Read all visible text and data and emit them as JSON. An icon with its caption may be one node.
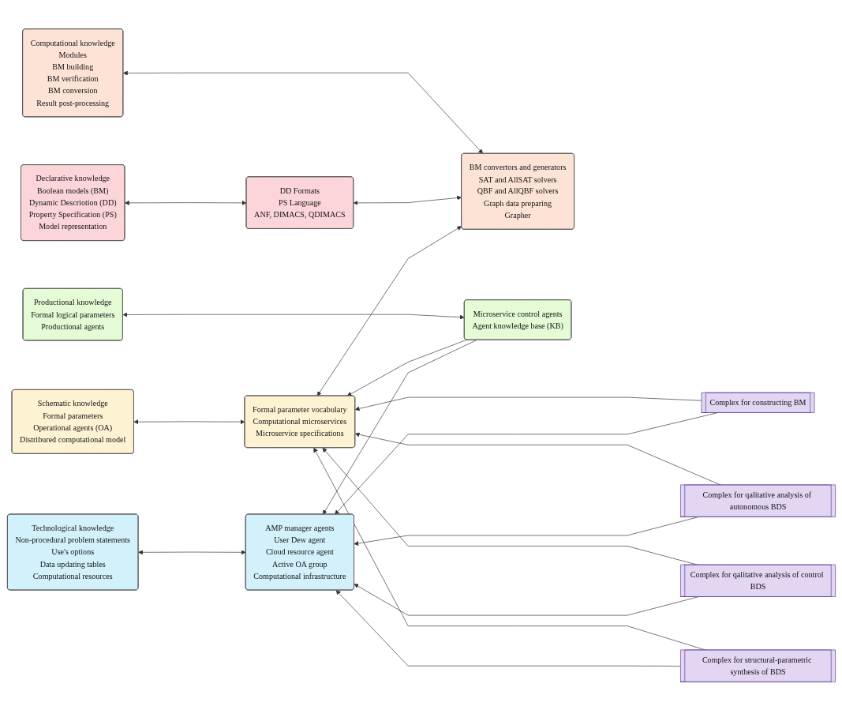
{
  "diagram": {
    "nodes": [
      {
        "text": [
          "Declarative knowledge",
          "Boolean models (BM)",
          "Dynamic Descriotion (DD)",
          "Property Specification (PS)",
          "Model representation"
        ]
      },
      {
        "text": [
          "Computational knowledge",
          "Modules",
          "BM building",
          "BM verification",
          "BM conversion",
          "Result post-processing"
        ]
      },
      {
        "text": [
          "Schematic knowledge",
          "Formal parameters",
          "Operational agents (OA)",
          "Distribured computational model"
        ]
      },
      {
        "text": [
          "Productional knowledge",
          "Formal logical parameters",
          "Productional agents"
        ]
      },
      {
        "text": [
          "Technological knowledge",
          "Non-procedural problem statements",
          "Use's options",
          "Data updating tables",
          "Computational resources"
        ]
      },
      {
        "text": [
          "DD Formats",
          "PS Language",
          "ANF, DIMACS, QDIMACS"
        ]
      },
      {
        "text": [
          "BM convertors and generators",
          "SAT and AllSAT solvers",
          "QBF and AllQBF solvers",
          "Graph data preparing",
          "Grapher"
        ]
      },
      {
        "text": [
          "Formal parameter vocabulary",
          "Computational microservices",
          "Microservice specifications"
        ]
      },
      {
        "text": [
          "Microservice control agents",
          "Agent knowledge base (KB)"
        ]
      },
      {
        "text": [
          "AMP manager agents",
          "User Dew agent",
          "Cloud resource agent",
          "Active OA group",
          "Computational infrastructure"
        ]
      },
      {
        "text": [
          "Complex for constructing BM"
        ]
      },
      {
        "text": [
          "Complex for qalitative analysis of autonomous BDS"
        ]
      },
      {
        "text": [
          "Complex for qalitative analysis of control BDS"
        ]
      },
      {
        "text": [
          "Complex for structural-parametric synthesis of BDS"
        ]
      }
    ],
    "edges": [
      {
        "from": 0,
        "to": 5,
        "arrow": "both"
      },
      {
        "from": 1,
        "to": 6,
        "arrow": "both"
      },
      {
        "from": 2,
        "to": 7,
        "arrow": "both"
      },
      {
        "from": 3,
        "to": 8,
        "arrow": "both"
      },
      {
        "from": 4,
        "to": 9,
        "arrow": "both"
      },
      {
        "from": 5,
        "to": 6,
        "arrow": "both"
      },
      {
        "from": 6,
        "to": 7,
        "arrow": "both"
      },
      {
        "from": 8,
        "to": 7,
        "arrow": "to"
      },
      {
        "from": 8,
        "to": 9,
        "arrow": "to"
      },
      {
        "from": 10,
        "to": 7,
        "arrow": "to"
      },
      {
        "from": 11,
        "to": 7,
        "arrow": "to"
      },
      {
        "from": 12,
        "to": 7,
        "arrow": "to"
      },
      {
        "from": 13,
        "to": 7,
        "arrow": "to"
      },
      {
        "from": 10,
        "to": 9,
        "arrow": "to"
      },
      {
        "from": 11,
        "to": 9,
        "arrow": "to"
      },
      {
        "from": 12,
        "to": 9,
        "arrow": "to"
      },
      {
        "from": 13,
        "to": 9,
        "arrow": "to"
      }
    ]
  }
}
